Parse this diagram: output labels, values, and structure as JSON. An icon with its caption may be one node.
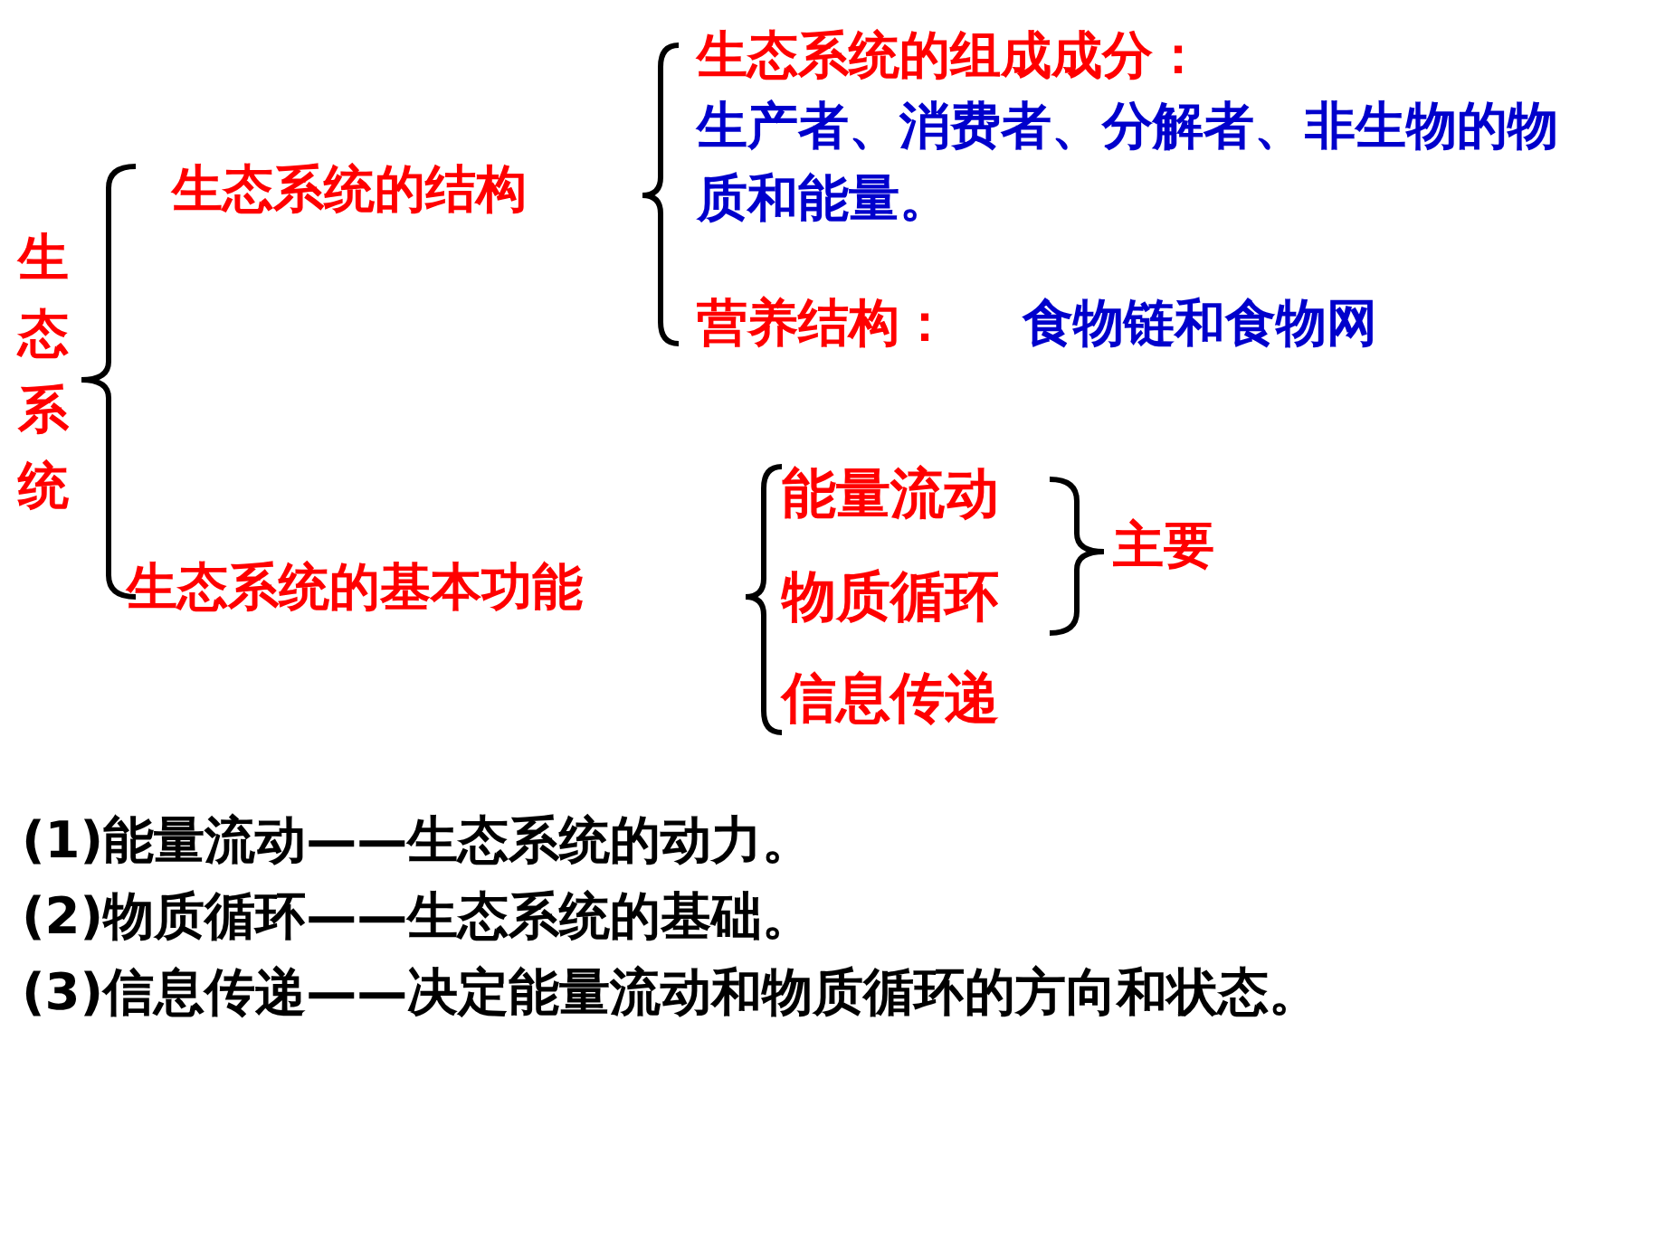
{
  "diagram": {
    "labels": [
      "生态系统的组成成分：",
      "生产者、消费者、分解者、非生物的物质和能量。",
      "生态系统的结构",
      "生态系统",
      "营养结构：",
      "食物链和食物网",
      "能量流动",
      "主要",
      "生态系统的基本功能",
      "物质循环",
      "信息传递",
      "(1)能量流动——生态系统的动力。",
      "(2)物质循环——生态系统的基础。",
      "(3)信息传递——决定能量流动和物质循环的方向和状态。"
    ]
  }
}
